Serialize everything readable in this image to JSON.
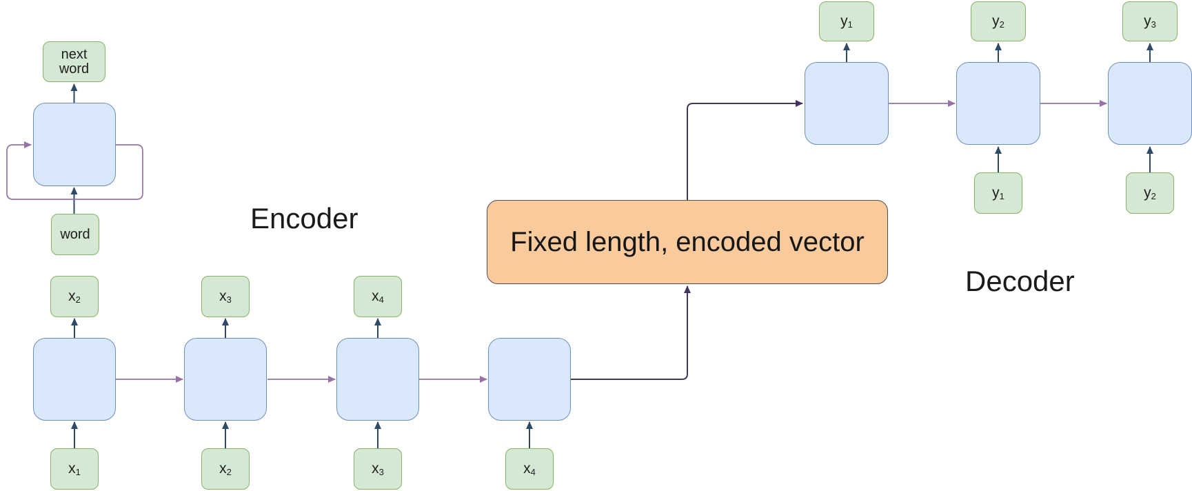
{
  "labels": {
    "encoder": "Encoder",
    "decoder": "Decoder",
    "vector": "Fixed length, encoded vector"
  },
  "unit_rnn": {
    "output": "next word",
    "input": "word"
  },
  "encoder_chain": {
    "cells": [
      {
        "output": {
          "base": "x",
          "sub": "2"
        },
        "input": {
          "base": "x",
          "sub": "1"
        }
      },
      {
        "output": {
          "base": "x",
          "sub": "3"
        },
        "input": {
          "base": "x",
          "sub": "2"
        }
      },
      {
        "output": {
          "base": "x",
          "sub": "4"
        },
        "input": {
          "base": "x",
          "sub": "3"
        }
      },
      {
        "input": {
          "base": "x",
          "sub": "4"
        }
      }
    ]
  },
  "decoder_chain": {
    "cells": [
      {
        "output": {
          "base": "y",
          "sub": "1"
        }
      },
      {
        "output": {
          "base": "y",
          "sub": "2"
        },
        "input": {
          "base": "y",
          "sub": "1"
        }
      },
      {
        "output": {
          "base": "y",
          "sub": "3"
        },
        "input": {
          "base": "y",
          "sub": "2"
        }
      }
    ]
  },
  "colors": {
    "green_fill": "#d5e8d4",
    "green_border": "#82b366",
    "blue_fill": "#dae8fc",
    "blue_border": "#6c8ebf",
    "orange_fill": "#f9cb9c",
    "orange_border": "#4d4d4d",
    "arrow_navy": "#2f4a66",
    "arrow_purple": "#9673a6",
    "arrow_dark_purple": "#44355f"
  }
}
